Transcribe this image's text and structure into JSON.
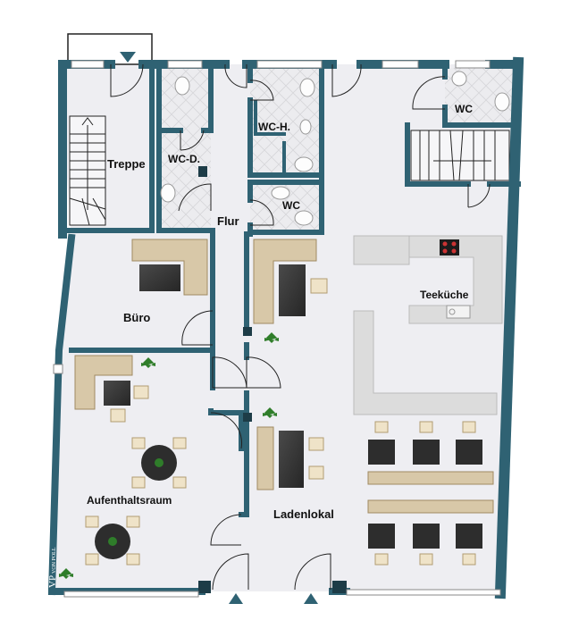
{
  "rooms": {
    "treppe": "Treppe",
    "wc_d": "WC-D.",
    "wc_h": "WC-H.",
    "wc_top": "WC",
    "wc_mid": "WC",
    "flur": "Flur",
    "teekueche": "Teeküche",
    "buero": "Büro",
    "aufenthaltsraum": "Aufenthaltsraum",
    "ladenlokal": "Ladenlokal"
  },
  "branding": {
    "logo_initials": "VP",
    "logo_name": "VON POLL"
  },
  "colors": {
    "wall": "#2f6273",
    "floor": "#eeeef2",
    "tile": "#e7e7ea",
    "counter": "#dcdcdc",
    "furniture_dark": "#3b3b3b",
    "sofa": "#d8c8a8",
    "chair": "#efe3c8",
    "plant": "#2f7d2a"
  }
}
